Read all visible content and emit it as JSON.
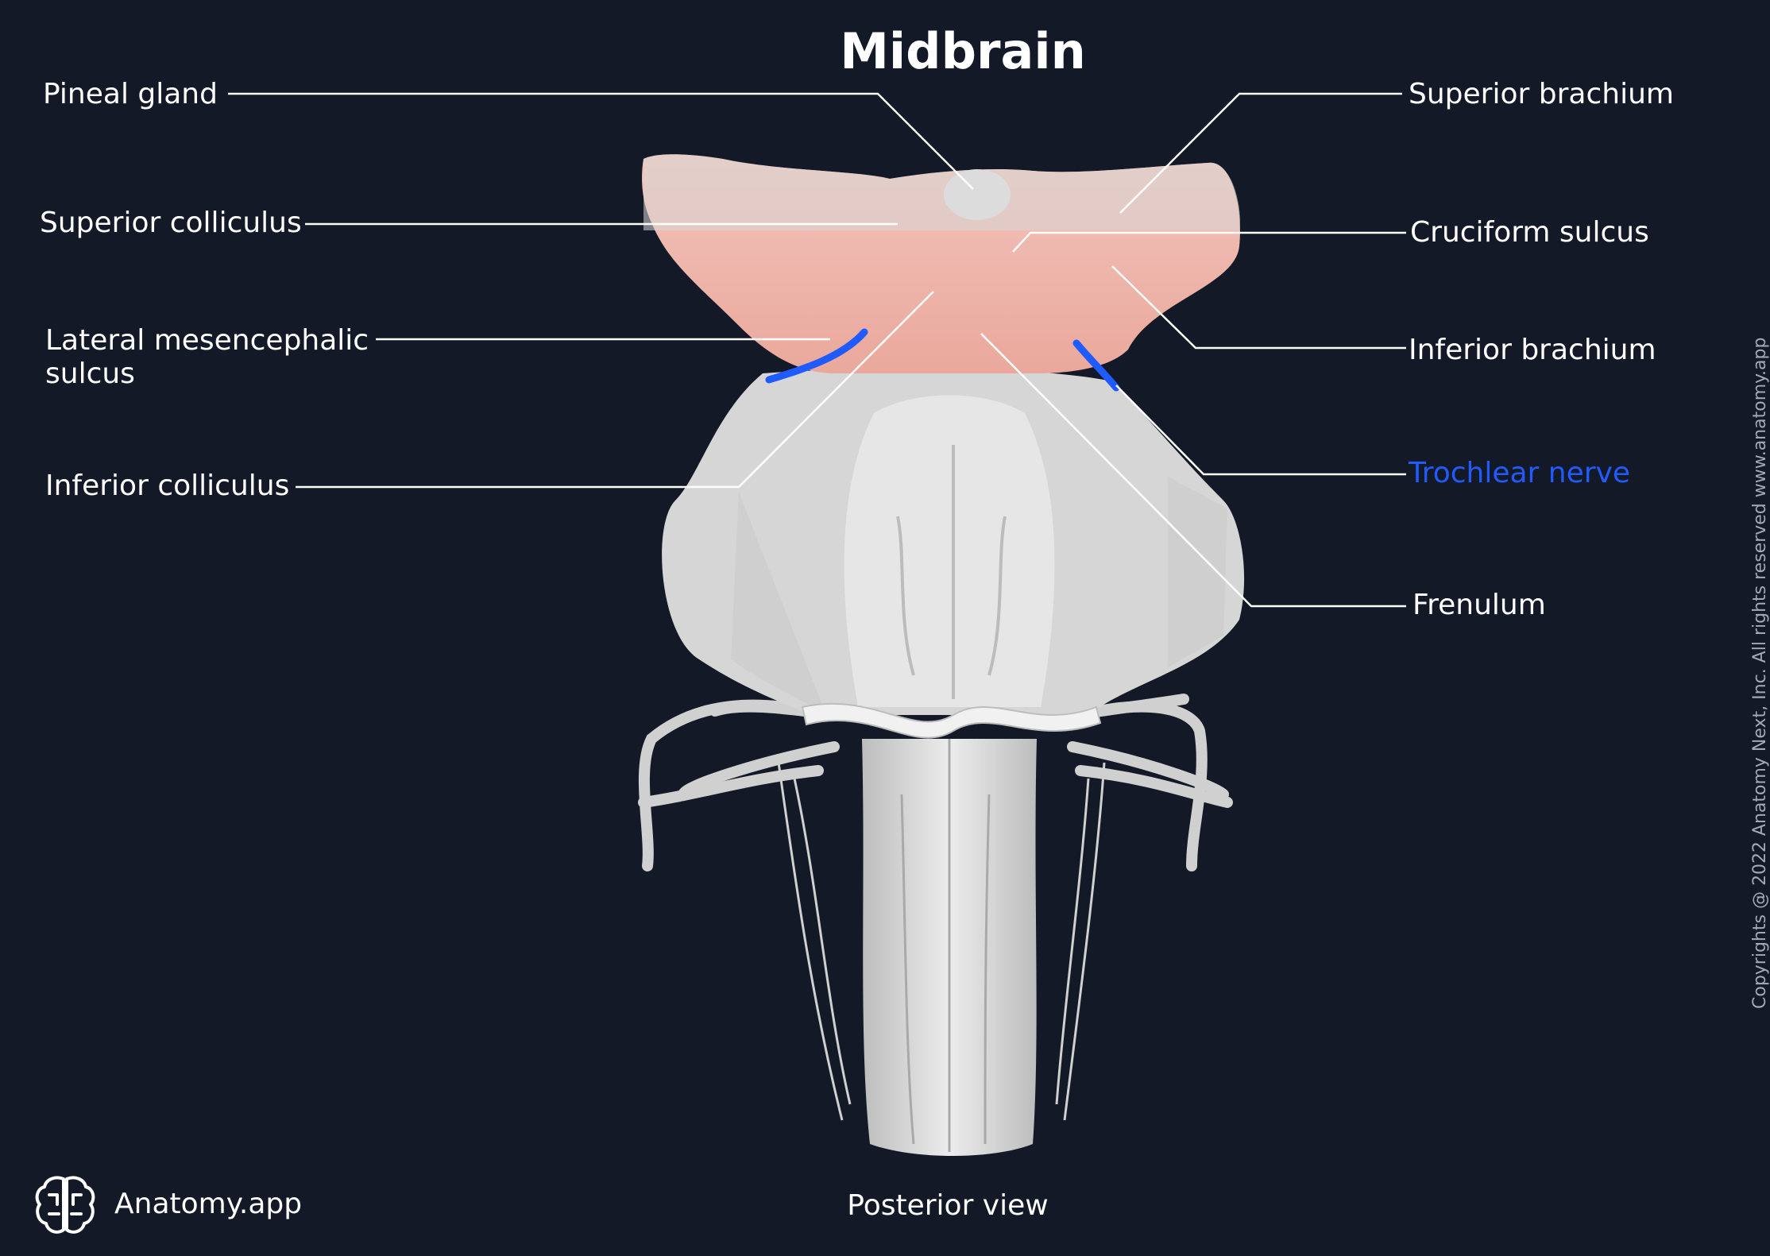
{
  "title": "Midbrain",
  "view": "Posterior view",
  "brand": {
    "name": "Anatomy.app",
    "logo_icon": "brain-logo-icon"
  },
  "copyright": "Copyrights @ 2022 Anatomy Next, Inc. All rights reserved www.anatomy.app",
  "colors": {
    "background": "#141927",
    "highlight": "#f0b3a8",
    "accent": "#1f5bff",
    "structure": "#d9d9d9"
  },
  "labels": {
    "pineal_gland": "Pineal gland",
    "superior_colliculus": "Superior colliculus",
    "lateral_mesencephalic_sulcus": "Lateral mesencephalic sulcus",
    "inferior_colliculus": "Inferior colliculus",
    "superior_brachium": "Superior brachium",
    "cruciform_sulcus": "Cruciform sulcus",
    "inferior_brachium": "Inferior brachium",
    "trochlear_nerve": "Trochlear nerve",
    "frenulum": "Frenulum"
  }
}
